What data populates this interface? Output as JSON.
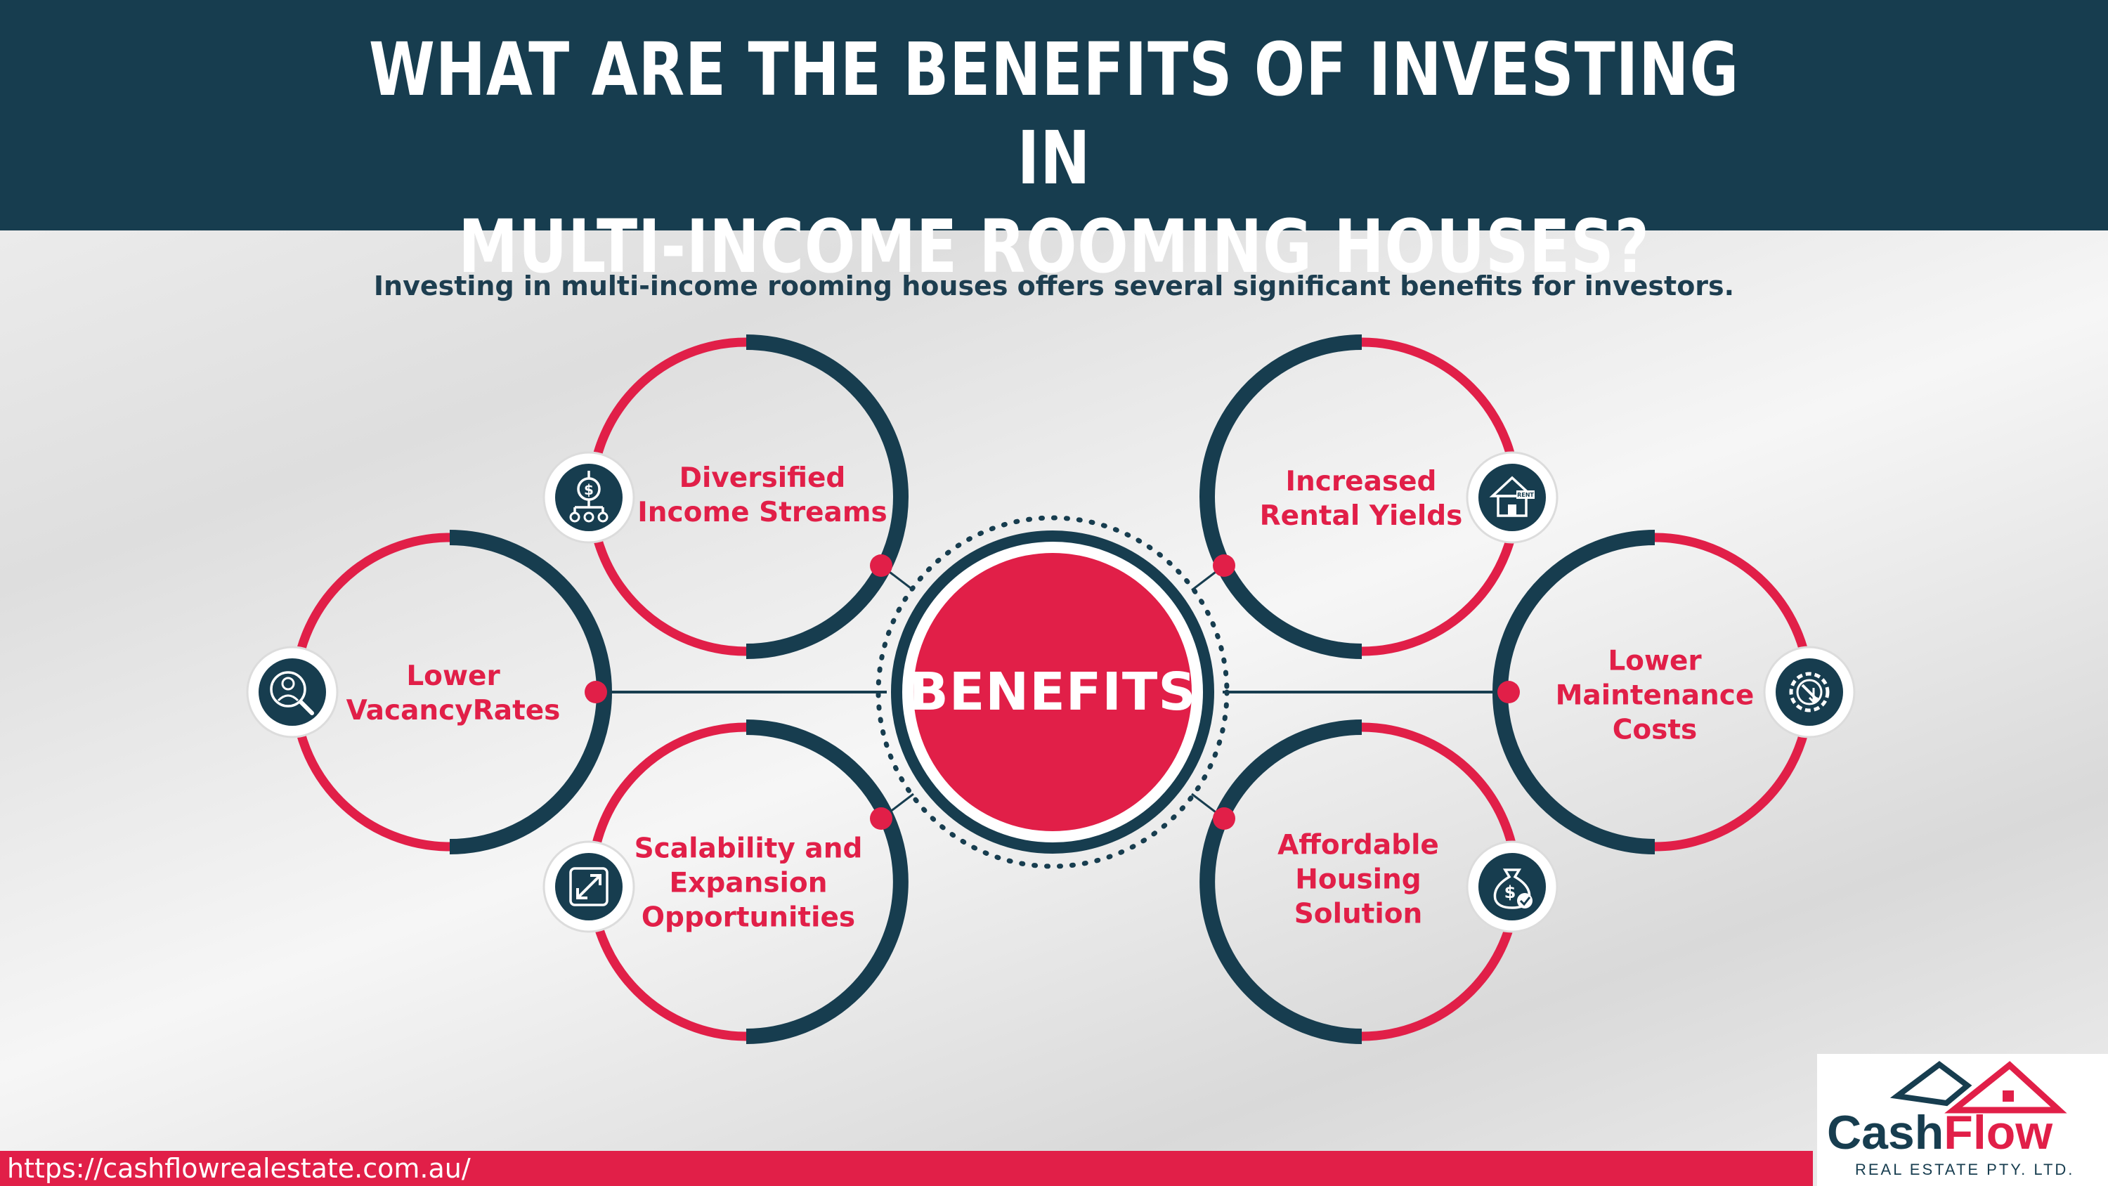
{
  "header": {
    "title": "WHAT ARE THE BENEFITS OF INVESTING IN\nMULTI-INCOME ROOMING HOUSES?"
  },
  "subtitle": "Investing in multi-income rooming houses offers several significant benefits for investors.",
  "center": {
    "label": "BENEFITS"
  },
  "benefits": [
    {
      "lines": [
        "Diversified",
        "Income Streams"
      ],
      "icon": "dollar-network-icon"
    },
    {
      "lines": [
        "Lower",
        "VacancyRates"
      ],
      "icon": "people-search-icon"
    },
    {
      "lines": [
        "Scalability and",
        "Expansion",
        "Opportunities"
      ],
      "icon": "expand-arrows-icon"
    },
    {
      "lines": [
        "Increased",
        "Rental Yields"
      ],
      "icon": "house-rent-icon"
    },
    {
      "lines": [
        "Lower",
        "Maintenance",
        "Costs"
      ],
      "icon": "gear-wrench-icon"
    },
    {
      "lines": [
        "Affordable",
        "Housing",
        "Solution"
      ],
      "icon": "money-bag-check-icon"
    }
  ],
  "footer": {
    "url": "https://cashflowrealestate.com.au/"
  },
  "logo": {
    "name_part1": "Cash",
    "name_part2": "Flow",
    "tagline": "REAL ESTATE PTY. LTD."
  },
  "colors": {
    "navy": "#173d4f",
    "red": "#e11f48",
    "white": "#ffffff"
  }
}
